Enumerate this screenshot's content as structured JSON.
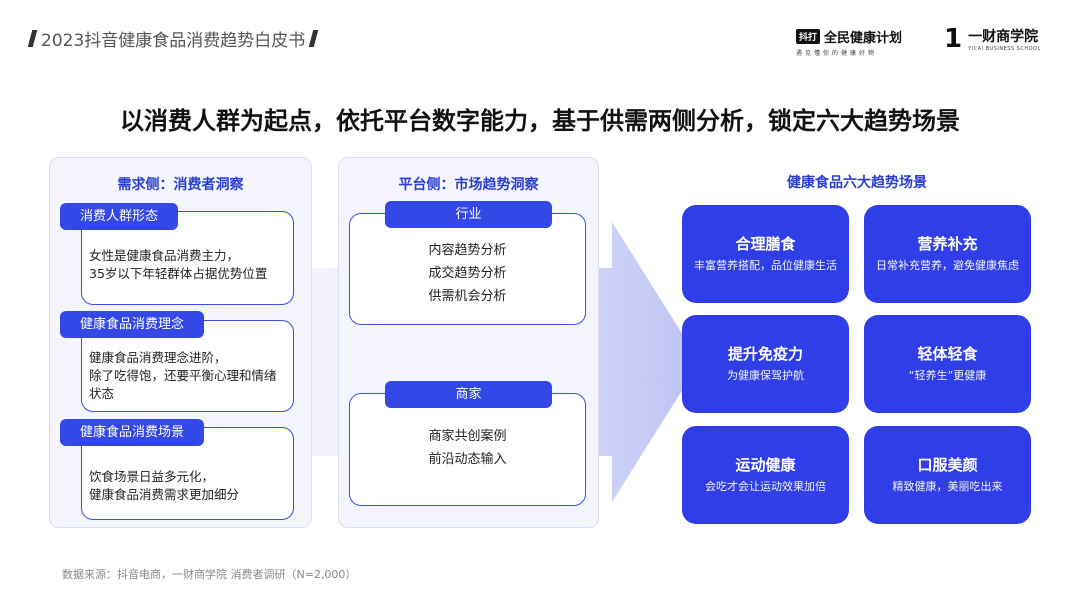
{
  "header": {
    "report_title": "2023抖音健康食品消费趋势白皮书",
    "logo_left": {
      "mark": "抖打",
      "name": "全民健康计划",
      "sub": "遇见懂你的健康好物"
    },
    "logo_right": {
      "mark": "1",
      "name": "一财商学院",
      "sub": "YICAI BUSINESS SCHOOL"
    }
  },
  "main_title": "以消费人群为起点，依托平台数字能力，基于供需两侧分析，锁定六大趋势场景",
  "demand_side": {
    "title": "需求侧：消费者洞察",
    "cards": [
      {
        "tag": "消费人群形态",
        "lines": [
          "女性是健康食品消费主力，",
          "35岁以下年轻群体占据优势位置"
        ]
      },
      {
        "tag": "健康食品消费理念",
        "lines": [
          "健康食品消费理念进阶，",
          "除了吃得饱，还要平衡心理和情绪",
          "状态"
        ]
      },
      {
        "tag": "健康食品消费场景",
        "lines": [
          "饮食场景日益多元化，",
          "健康食品消费需求更加细分"
        ]
      }
    ]
  },
  "platform_side": {
    "title": "平台侧：市场趋势洞察",
    "groups": [
      {
        "tag": "行业",
        "items": [
          "内容趋势分析",
          "成交趋势分析",
          "供需机会分析"
        ]
      },
      {
        "tag": "商家",
        "items": [
          "商家共创案例",
          "前沿动态输入"
        ]
      }
    ]
  },
  "scenarios": {
    "title": "健康食品六大趋势场景",
    "tiles": [
      {
        "name": "合理膳食",
        "desc": "丰富营养搭配，品位健康生活"
      },
      {
        "name": "营养补充",
        "desc": "日常补充营养，避免健康焦虑"
      },
      {
        "name": "提升免疫力",
        "desc": "为健康保驾护航"
      },
      {
        "name": "轻体轻食",
        "desc": "“轻养生”更健康"
      },
      {
        "name": "运动健康",
        "desc": "会吃才会让运动效果加倍"
      },
      {
        "name": "口服美颜",
        "desc": "精致健康，美丽吃出来"
      }
    ]
  },
  "source": "数据来源：抖音电商，一财商学院 消费者调研（N=2,000）",
  "colors": {
    "accent": "#2f3ee6",
    "panel_bg": "#f3f4fc",
    "arrow": "#c9cdf6"
  }
}
